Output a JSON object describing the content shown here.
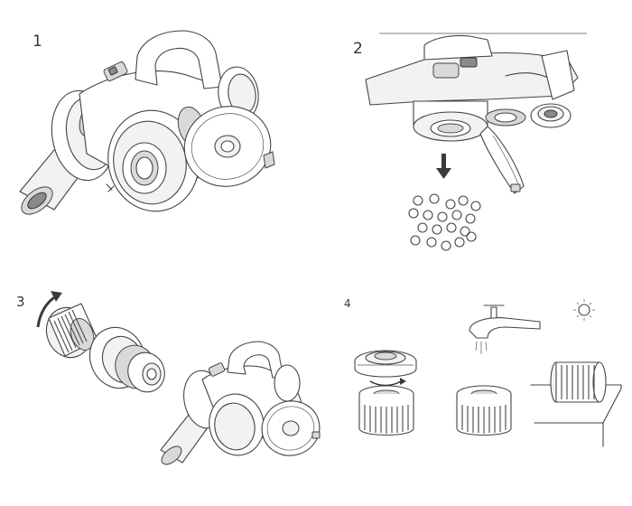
{
  "steps": [
    {
      "number": "1"
    },
    {
      "number": "2"
    },
    {
      "number": "3"
    },
    {
      "number": "4"
    }
  ],
  "colors": {
    "line": "#444444",
    "fill_light": "#f2f2f2",
    "fill_mid": "#d9d9d9",
    "arrow": "#3a3a3a"
  },
  "icons": [
    "handheld-vacuum-illustration",
    "dust-bin-emptying-illustration",
    "filter-removal-illustration",
    "filter-washing-drying-illustration",
    "rotate-arrow-icon",
    "down-arrow-icon",
    "tap-icon",
    "sun-icon"
  ]
}
